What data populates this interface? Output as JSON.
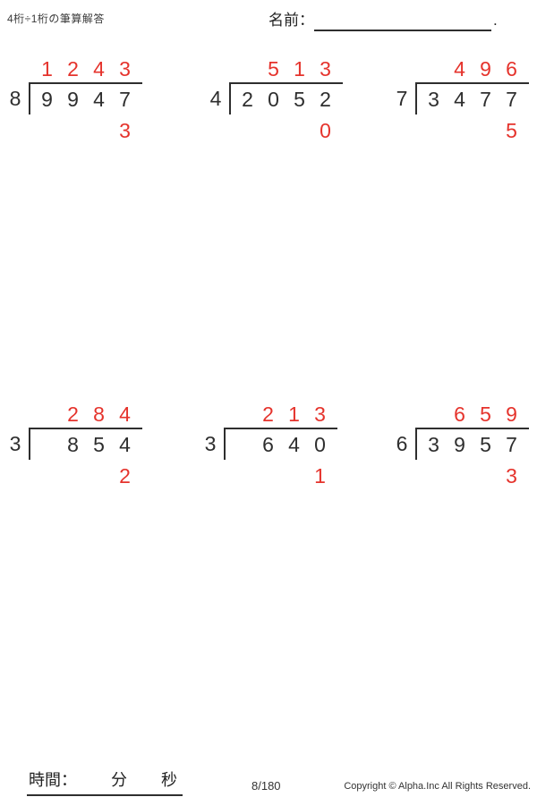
{
  "header": {
    "title": "4桁÷1桁の筆算解答",
    "name_label": "名前：",
    "name_suffix": "."
  },
  "colors": {
    "answer_red": "#e5332c",
    "ink": "#2e2e2e"
  },
  "problems": [
    {
      "divisor": "8",
      "dividend": "9947",
      "quotient": "1243",
      "remainder": "3"
    },
    {
      "divisor": "4",
      "dividend": "2052",
      "quotient": "513",
      "remainder": "0"
    },
    {
      "divisor": "7",
      "dividend": "3477",
      "quotient": "496",
      "remainder": "5"
    },
    {
      "divisor": "3",
      "dividend": "854",
      "quotient": "284",
      "remainder": "2"
    },
    {
      "divisor": "3",
      "dividend": "640",
      "quotient": "213",
      "remainder": "1"
    },
    {
      "divisor": "6",
      "dividend": "3957",
      "quotient": "659",
      "remainder": "3"
    }
  ],
  "footer": {
    "time_label": "時間：",
    "minutes_label": "分",
    "seconds_label": "秒",
    "page": "8/180",
    "copyright": "Copyright © Alpha.Inc All Rights Reserved."
  }
}
